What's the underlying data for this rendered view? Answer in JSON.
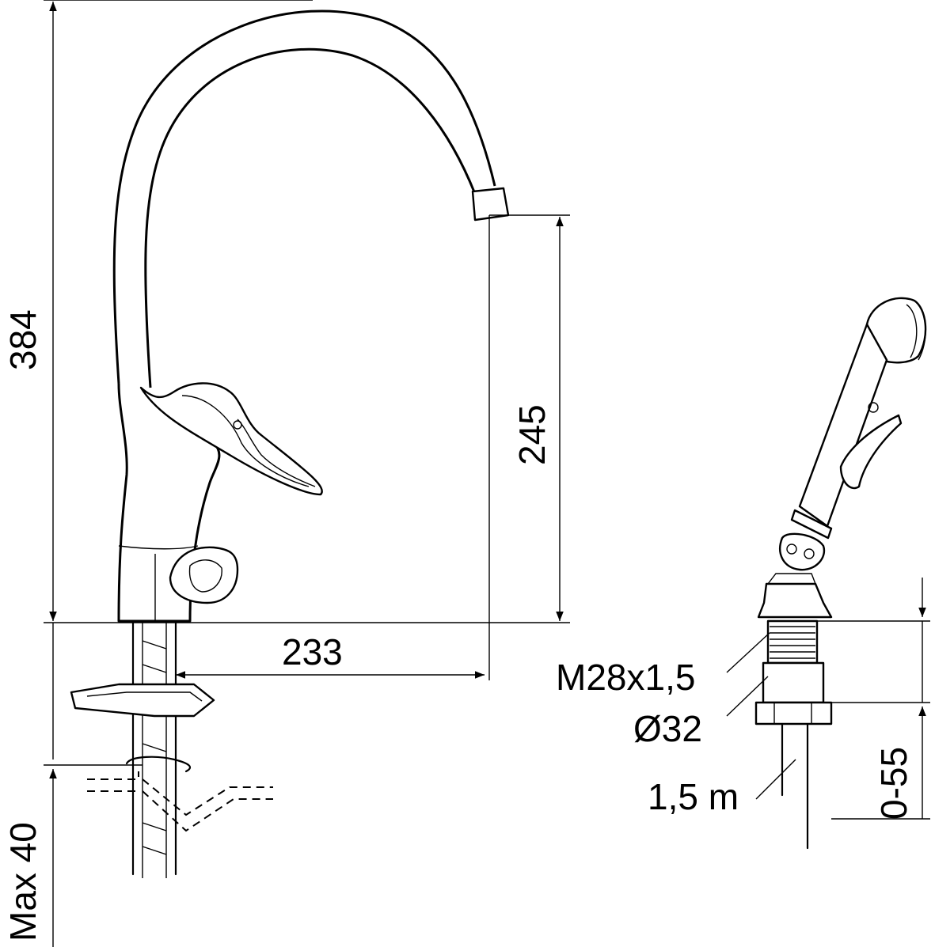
{
  "dimensions": {
    "total_height": "384",
    "spout_height": "245",
    "spout_reach": "233",
    "max_thickness": "Max 40"
  },
  "shower_labels": {
    "thread": "M28x1,5",
    "diameter": "Ø32",
    "hose_length": "1,5 m",
    "range": "0-55"
  },
  "colors": {
    "line": "#000000",
    "background": "#ffffff"
  }
}
